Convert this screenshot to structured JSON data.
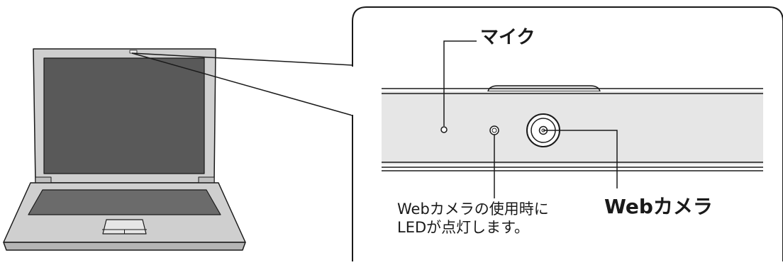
{
  "labels": {
    "microphone": "マイク",
    "webcam": "Webカメラ",
    "led_line1": "Webカメラの使用時に",
    "led_line2": "LEDが点灯します。"
  },
  "colors": {
    "outline": "#1a1a1a",
    "screen": "#595959",
    "laptop_body": "#cfcfcf",
    "bezel_fill": "#e6e6e6",
    "keyboard": "#6b6b6b"
  }
}
